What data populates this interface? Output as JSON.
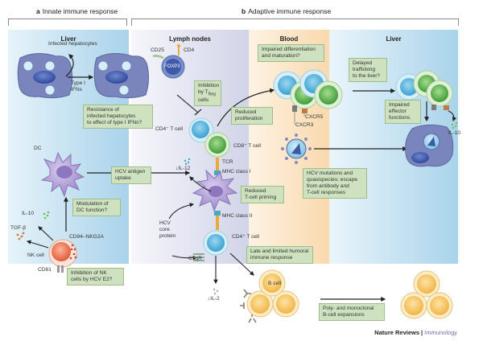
{
  "sections": {
    "a": {
      "letter": "a",
      "title": "Innate immune response"
    },
    "b": {
      "letter": "b",
      "title": "Adaptive immune response"
    }
  },
  "compartments": [
    {
      "id": "liver-innate",
      "label": "Liver"
    },
    {
      "id": "lymph-nodes",
      "label": "Lymph nodes"
    },
    {
      "id": "blood",
      "label": "Blood"
    },
    {
      "id": "liver-adaptive",
      "label": "Liver"
    }
  ],
  "colors": {
    "note_fill": "#cfe2bf",
    "liver_bg": "#a9d3ea",
    "lymph_bg": "#d1d4e8",
    "blood_bg": "#f9d9ad",
    "t_cell_cd4": "#5fb8e0",
    "t_cell_cd8": "#6fbf5a",
    "dc": "#a895cc",
    "nk": "#ec6f4f",
    "b_cell": "#f6c35e",
    "hepatocyte": "#7a85be",
    "credit_accent": "#7b68a8"
  },
  "labels": {
    "infected_hepatocytes": "Infected hepatocytes",
    "type1_ifns_1": "Type I",
    "type1_ifns_2": "IFNs",
    "dc": "DC",
    "il10_innate": "IL-10",
    "tgfb": "TGF-β",
    "cd94": "CD94–NKG2A",
    "nk_cell": "NK cell",
    "cd81": "CD81",
    "cd25": "CD25",
    "cd4": "CD4",
    "foxp3": "FOXP3",
    "cd4_tcell_1": "CD4⁺ T cell",
    "cd8_tcell": "CD8⁺ T cell",
    "tcr": "TCR",
    "il12": "↓IL-12",
    "mhc1": "MHC class I",
    "mhc2": "MHC class II",
    "hcv_core_1": "HCV",
    "hcv_core_2": "core",
    "hcv_core_3": "protein",
    "cd4_tcell_2": "CD4⁺ T cell",
    "c1qr": "C1qR",
    "il2": "↓IL-2",
    "b_cell": "B cell",
    "cxcr5": "CXCR5",
    "cxcr3": "CXCR3",
    "il10_adaptive": "IL-10"
  },
  "notes": {
    "resistance": [
      "Resistance of",
      "infected hepatocytes",
      "to effect of type I IFNs?"
    ],
    "antigen_uptake": [
      "HCV antigen",
      "uptake"
    ],
    "modulation": [
      "Modulation of",
      "DC function?"
    ],
    "nk_inhibition": [
      "Inhibition of NK",
      "cells by HCV E2?"
    ],
    "treg": [
      "Inhibition",
      "by T",
      "Reg",
      "cells"
    ],
    "reduced_prolif": [
      "Reduced",
      "proliferation"
    ],
    "reduced_priming": [
      "Reduced",
      "T-cell priming"
    ],
    "late_humoral": [
      "Late and limited humoral",
      "immune response"
    ],
    "impaired_diff": [
      "Impaired differentiation",
      "and maturation?"
    ],
    "hcv_mutations": [
      "HCV mutations and",
      "quasispecies: escape",
      "from antibody and",
      "T-cell responses"
    ],
    "delayed": [
      "Delayed",
      "trafficking",
      "to the liver?"
    ],
    "impaired_effector": [
      "Impaired",
      "effector",
      "functions"
    ],
    "bcell_expansion": [
      "Poly- and monoclonal",
      "B-cell expansions"
    ]
  },
  "credit": {
    "publisher": "Nature Reviews",
    "separator": "|",
    "journal": "Immunology"
  }
}
